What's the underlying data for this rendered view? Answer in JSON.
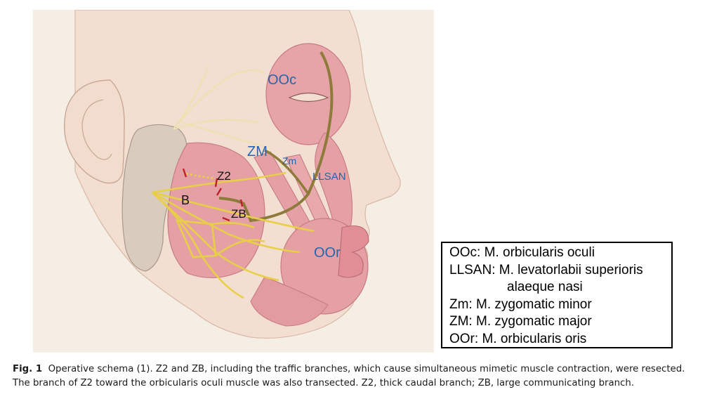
{
  "figure": {
    "labels": {
      "ooc": "OOc",
      "zm_major": "ZM",
      "zm_minor": "Zm",
      "llsan": "LLSAN",
      "z2": "Z2",
      "b": "B",
      "zb": "ZB",
      "oor": "OOr"
    }
  },
  "legend": [
    "OOc: M. orbicularis oculi",
    "LLSAN: M. levatorlabii superioris",
    "alaeque nasi",
    "Zm: M. zygomatic minor",
    "ZM: M. zygomatic major",
    "OOr: M. orbicularis oris"
  ],
  "caption": {
    "figure_label": "Fig. 1",
    "text": "Operative schema (1). Z2 and ZB, including the traffic branches, which cause simultaneous mimetic muscle contraction, were resected. The branch of Z2 toward the orbicularis oculi muscle was also transected. Z2, thick caudal branch; ZB, large communicating branch."
  },
  "colors": {
    "panel_background": "#f4eee5",
    "skin": "#f3dfd2",
    "muscle": "#e5a0a5",
    "nerve": "#e8cf47",
    "thick_nerve": "#8e7a3a",
    "label_blue": "#2a64a8",
    "cut_marks": "#c0202a"
  }
}
